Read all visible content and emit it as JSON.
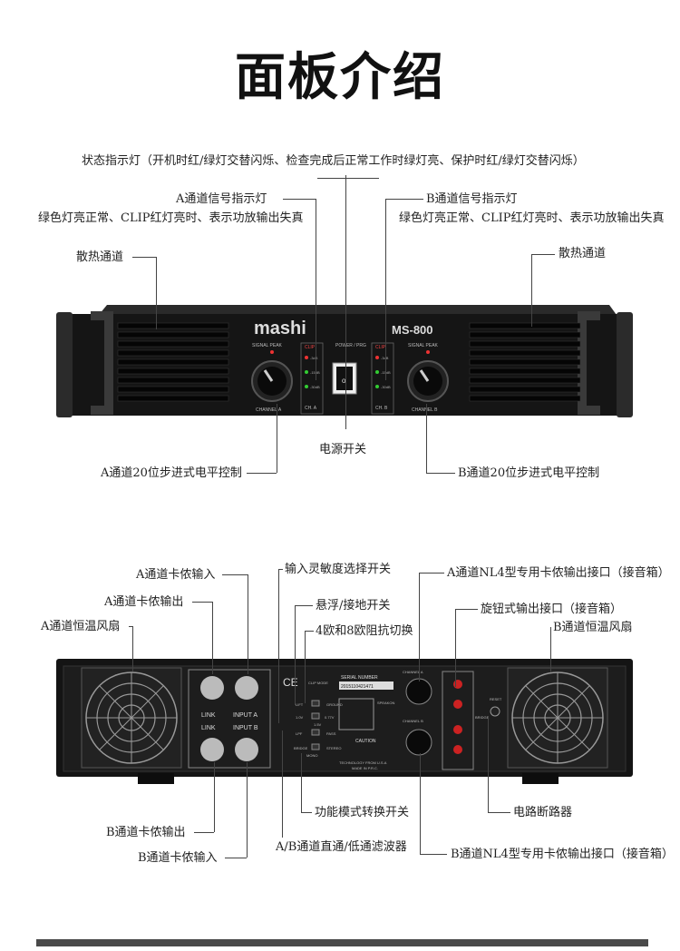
{
  "title": "面板介绍",
  "front": {
    "status_led": "状态指示灯（开机时红/绿灯交替闪烁、检查完成后正常工作时绿灯亮、保护时红/绿灯交替闪烁）",
    "a_signal_title": "A通道信号指示灯",
    "a_signal_desc": "绿色灯亮正常、CLIP红灯亮时、表示功放输出失真",
    "b_signal_title": "B通道信号指示灯",
    "b_signal_desc": "绿色灯亮正常、CLIP红灯亮时、表示功放输出失真",
    "vent_left": "散热通道",
    "vent_right": "散热通道",
    "power_switch": "电源开关",
    "a_level": "A通道20位步进式电平控制",
    "b_level": "B通道20位步进式电平控制",
    "device": {
      "brand": "mashi",
      "model": "MS-800",
      "signal_peak": "SIGNAL PEAK",
      "power_prg": "POWER / PRG",
      "clip": "CLIP",
      "db3": "-3dB",
      "db15": "-15dB",
      "db30": "-30dB",
      "ch_a": "CH. A",
      "ch_b": "CH. B",
      "channel_a": "CHANNEL A",
      "channel_b": "CHANNEL B"
    }
  },
  "rear": {
    "a_xlr_in": "A通道卡侬输入",
    "a_xlr_out": "A通道卡侬输出",
    "a_fan": "A通道恒温风扇",
    "sensitivity": "输入灵敏度选择开关",
    "ground_lift": "悬浮/接地开关",
    "impedance": "4欧和8欧阻抗切换",
    "a_nl4": "A通道NL4型专用卡侬输出接口（接音箱）",
    "binding_post": "旋钮式输出接口（接音箱）",
    "b_fan": "B通道恒温风扇",
    "b_xlr_out": "B通道卡侬输出",
    "b_xlr_in": "B通道卡侬输入",
    "function_mode": "功能模式转换开关",
    "filter": "A/B通道直通/低通滤波器",
    "breaker": "电路断路器",
    "b_nl4": "B通道NL4型专用卡侬输出接口（接音箱）",
    "device": {
      "link": "LINK",
      "input_a": "INPUT A",
      "input_b": "INPUT B",
      "serial_label": "SERIAL NUMBER",
      "serial_value": "2015110421471",
      "caution": "CAUTION",
      "tech": "TECHNOLOGY FROM U.S.A",
      "made": "MADE IN P.R.C.",
      "channel_a": "CHANNEL A",
      "channel_b": "CHANNEL B",
      "reset": "RESET",
      "bridge": "BRIDGE",
      "clip_mode": "CLIP MODE",
      "lift": "LIFT",
      "ground": "GROUND",
      "v1": "1.0V",
      "v2": "0.77V",
      "v3": "1.5V",
      "lpf": "LPF",
      "pass": "PASS",
      "bridge_sw": "BRIDGE",
      "stereo": "STEREO",
      "mono": "MONO",
      "speakon": "SPEAKON",
      "ce": "CE"
    }
  }
}
